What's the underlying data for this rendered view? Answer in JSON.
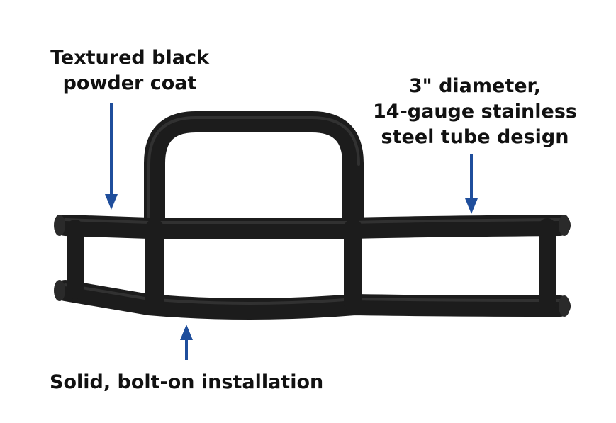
{
  "callouts": {
    "coat": {
      "line1": "Textured black",
      "line2": "powder coat"
    },
    "tube": {
      "line1": "3\" diameter,",
      "line2": "14-gauge stainless",
      "line3": "steel tube design"
    },
    "install": {
      "text": "Solid, bolt-on installation"
    }
  },
  "colors": {
    "arrow": "#1f4e9c",
    "tube": "#1c1c1c",
    "tube_highlight": "#3a3a3a",
    "text": "#111111",
    "background": "#ffffff"
  }
}
